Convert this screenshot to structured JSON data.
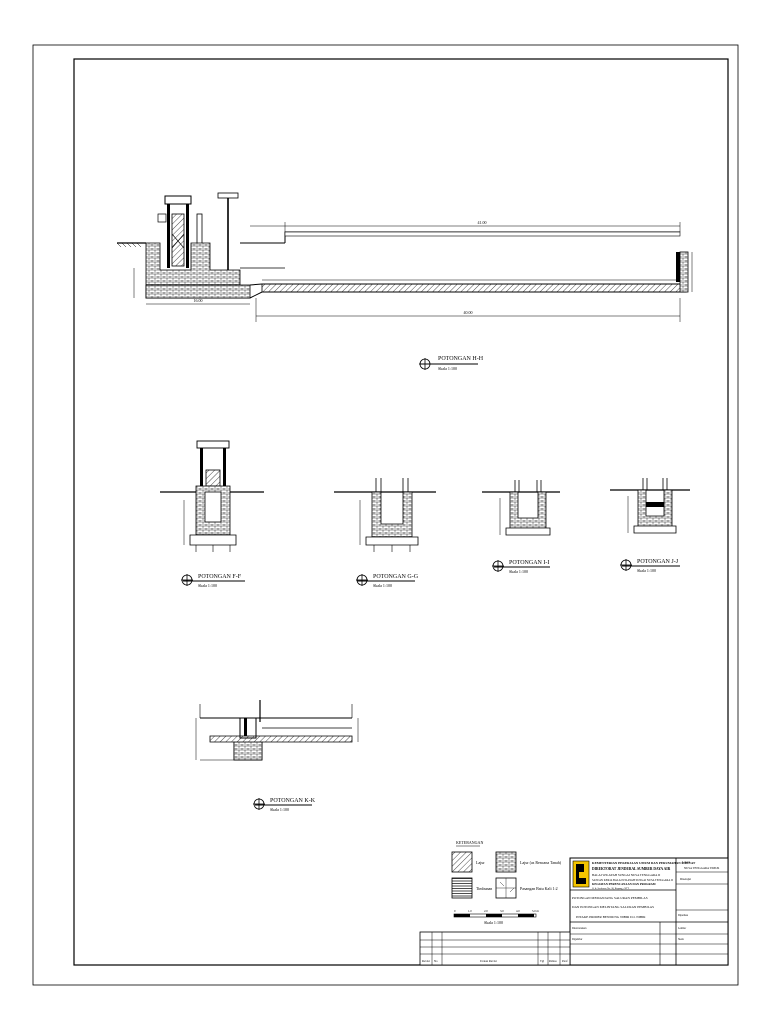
{
  "sections": {
    "hh": {
      "title": "POTONGAN H-H",
      "scale": "Skala 1:100"
    },
    "ff": {
      "title": "POTONGAN F-F",
      "scale": "Skala 1:100"
    },
    "gg": {
      "title": "POTONGAN G-G",
      "scale": "Skala 1:100"
    },
    "ii": {
      "title": "POTONGAN I-I",
      "scale": "Skala 1:100"
    },
    "jj": {
      "title": "POTONGAN J-J",
      "scale": "Skala 1:100"
    },
    "kk": {
      "title": "POTONGAN K-K",
      "scale": "Skala 1:100"
    }
  },
  "dims": {
    "hh_top_long": "41.00",
    "hh_bottom_long": "40.00",
    "hh_left_long": "16.00"
  },
  "legend": {
    "title": "KETERANGAN",
    "item1": "Lajur",
    "item2": "Lajur (as Rencana Tanah)",
    "item3": "Timbunan",
    "item4": "Pasangan Batu Kali 1:2",
    "scale_label": "Skala 1:100",
    "scale_ticks": [
      "0",
      "1.0",
      "2.0",
      "3.0",
      "4.0",
      "5.0 m"
    ]
  },
  "title_block": {
    "ministry": "KEMENTERIAN PEKERJAAN UMUM DAN PERUMAHAN RAKYAT",
    "directorate": "DIREKTORAT JENDERAL SUMBER DAYA AIR",
    "office": "BALAI WILAYAH SUNGAI NUSA TENGGARA II",
    "unit": "SATUAN KERJA BALAI WILAYAH SUNGAI NUSA TENGGARA II",
    "activity": "KEGIATAN PERENCANAAN DAN PROGRAM",
    "address": "Jl. Ir. Soekarno No. 38, Kupang - NTT",
    "project_line1": "POTONGAN MEMANJANG SALURAN PEMBILAS",
    "project_line2": "DAN POTONGAN MELINTANG SALURAN PEMBILAS",
    "project_line3": "INTAKE PRIMER BENDUNG NIBIR D.I. NIBIR",
    "location_label": "Lokasi",
    "location_value": "NUSA TENGGARA TIMUR",
    "approved_label": "Disetujui",
    "checked_label": "Diperiksa",
    "designed_label": "Direncanakan",
    "drawn_label": "Digambar",
    "sheet_label": "Lembar",
    "scale_label": "Skala",
    "revision_cols": [
      "Revisi",
      "No",
      "Uraian Revisi",
      "Tgl",
      "Periksa",
      "Paraf"
    ]
  }
}
